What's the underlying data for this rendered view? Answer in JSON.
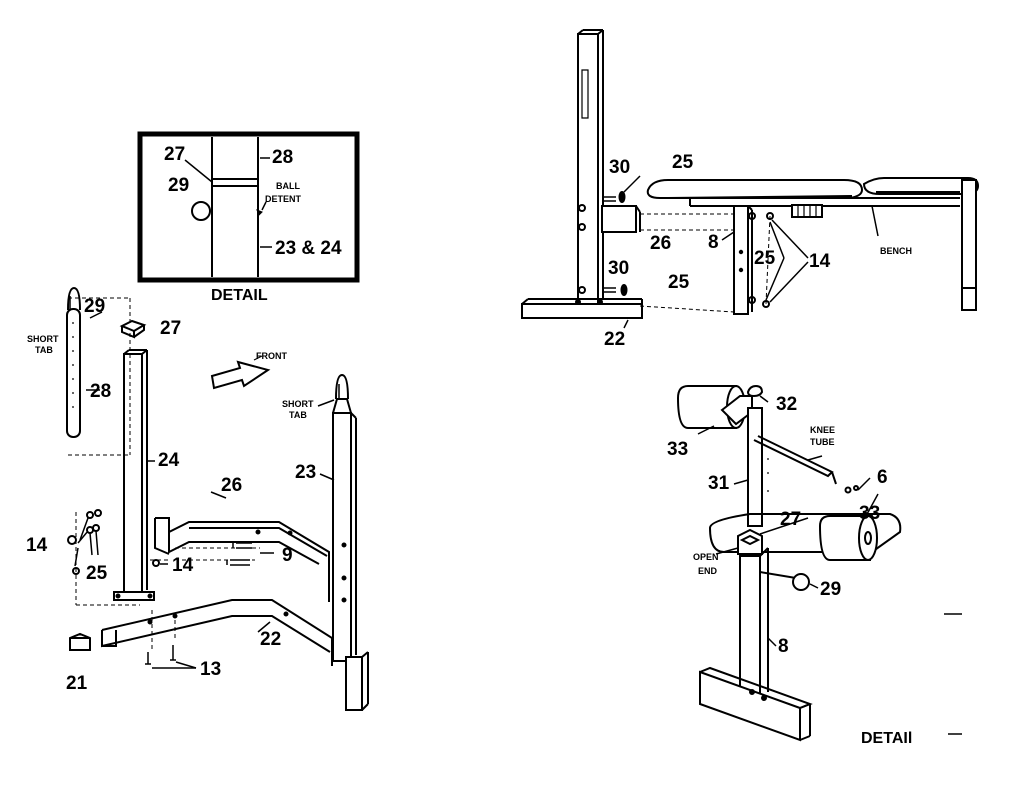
{
  "detail_box": {
    "caption": "DETAIL",
    "labels": {
      "p27": "27",
      "p28": "28",
      "p29": "29",
      "ball": "BALL",
      "detent": "DETENT",
      "p23_24": "23 & 24"
    }
  },
  "frame": {
    "labels": {
      "p29": "29",
      "p27": "27",
      "short_tab_left_1": "SHORT",
      "short_tab_left_2": "TAB",
      "p28": "28",
      "front": "FRONT",
      "short_tab_right_1": "SHORT",
      "short_tab_right_2": "TAB",
      "p24": "24",
      "p23": "23",
      "p26": "26",
      "p14_left": "14",
      "p25_left": "25",
      "p14_mid": "14",
      "p9": "9",
      "p22": "22",
      "p21": "21",
      "p13": "13"
    }
  },
  "bench_view": {
    "labels": {
      "p30_top": "30",
      "p25_top": "25",
      "p26": "26",
      "p8": "8",
      "p25_mid": "25",
      "p14": "14",
      "bench": "BENCH",
      "p30_bot": "30",
      "p25_bot": "25",
      "p22": "22"
    }
  },
  "leg_detail": {
    "caption": "DETAIl",
    "labels": {
      "p32": "32",
      "knee_1": "KNEE",
      "knee_2": "TUBE",
      "p33_left": "33",
      "p31": "31",
      "p6": "6",
      "p27": "27",
      "p33_right": "33",
      "open_1": "OPEN",
      "open_2": "END",
      "p29": "29",
      "p8": "8"
    }
  }
}
